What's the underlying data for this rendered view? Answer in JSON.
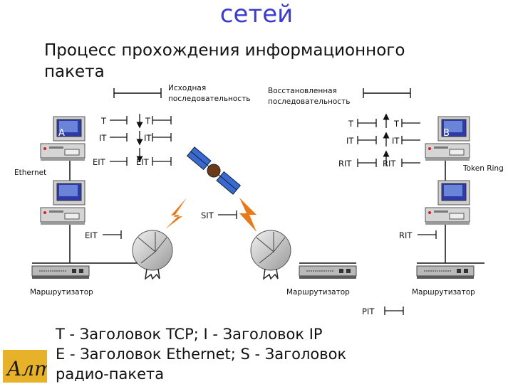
{
  "slide": {
    "title": "сетей",
    "subtitle": "Процесс прохождения информационного пакета"
  },
  "diagram": {
    "left_stack": {
      "title_line1": "Исходная",
      "title_line2": "последовательность",
      "rows": [
        {
          "left": "T",
          "right": "T"
        },
        {
          "left": "IT",
          "right": "IT"
        },
        {
          "left": "EIT",
          "right": "EIT"
        }
      ]
    },
    "right_stack": {
      "title_line1": "Восстановленная",
      "title_line2": "последовательность",
      "rows": [
        {
          "left": "T",
          "right": "T"
        },
        {
          "left": "IT",
          "right": "IT"
        },
        {
          "left": "RIT",
          "right": "RIT"
        }
      ]
    },
    "computer_a_label": "A",
    "computer_b_label": "B",
    "network_left": "Ethernet",
    "network_right": "Token Ring",
    "packet_eit": "EIT",
    "packet_sit": "SIT",
    "packet_rit": "RIT",
    "packet_pit": "PIT",
    "router_labels": [
      "Маршрутизатор",
      "Маршрутизатор",
      "Маршрутизатор"
    ]
  },
  "legend": {
    "line1": "T - Заголовок TCP; I - Заголовок IP",
    "line2": "E - Заголовок Ethernet; S - Заголовок",
    "line3": "радио-пакета"
  },
  "logo_text": "Aлт",
  "colors": {
    "title": "#3b3bd0",
    "monitor": "#2f3aa8",
    "lightning": "#e87a1a",
    "logo_bg": "#e7b22a"
  }
}
